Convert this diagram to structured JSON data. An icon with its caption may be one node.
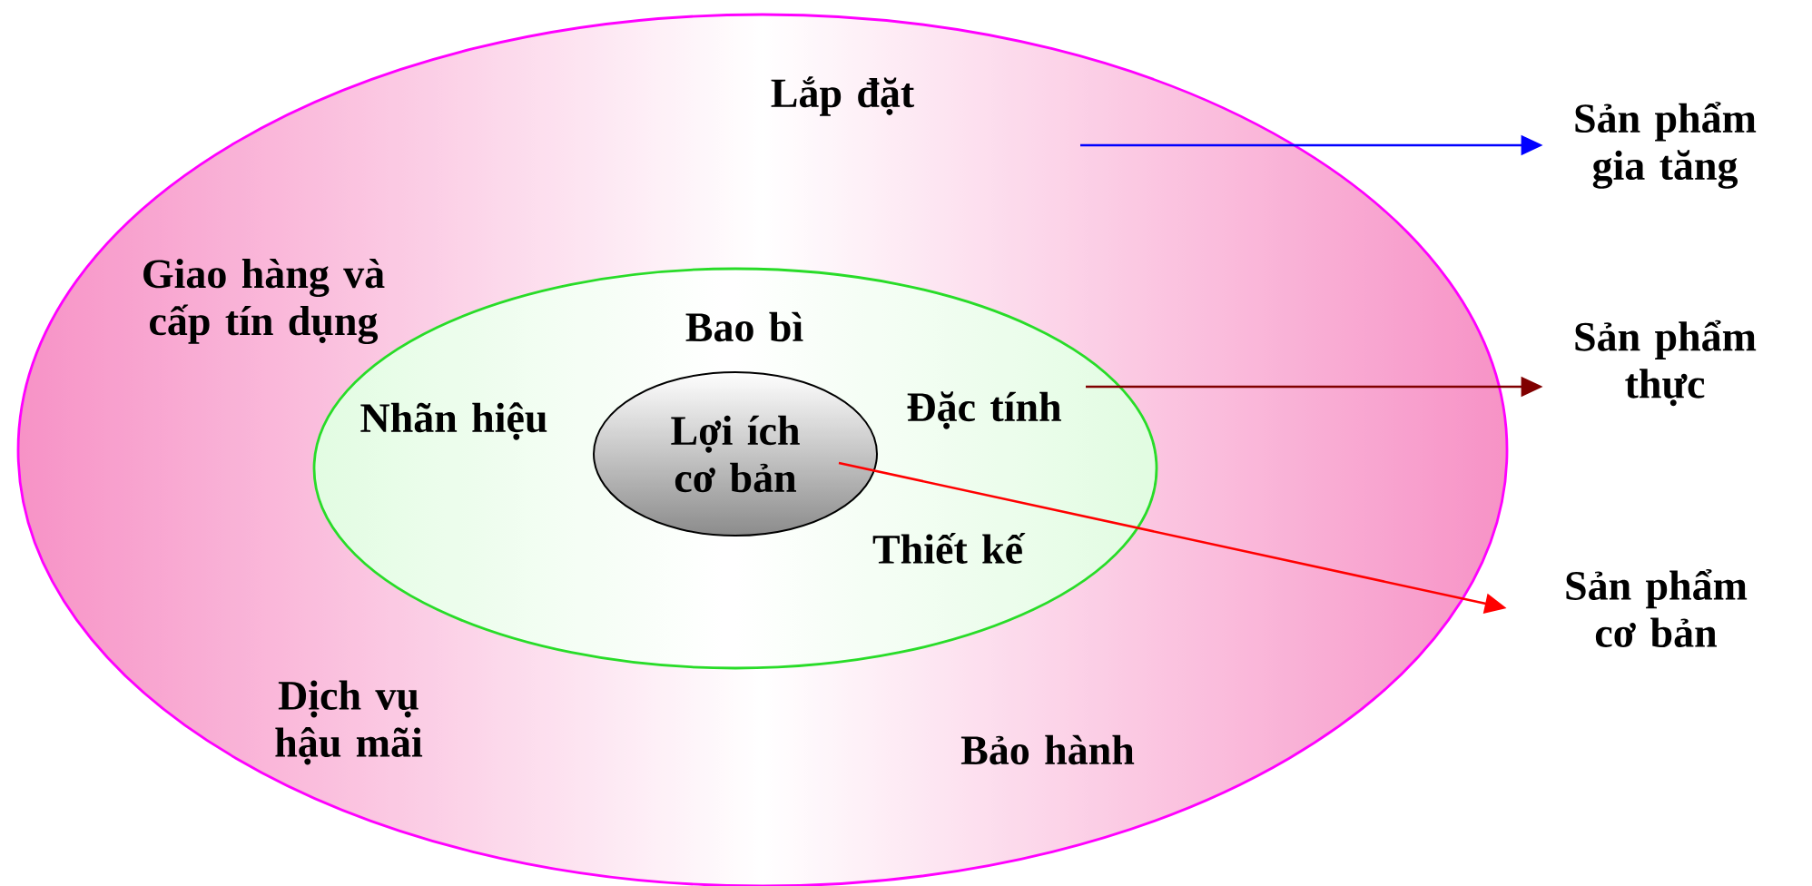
{
  "diagram": {
    "nodes": [
      {
        "text": [
          "Lắp đặt",
          "Giao hàng và cấp tín dụng",
          "Dịch vụ hậu mãi",
          "Bảo hành"
        ]
      },
      {
        "text": [
          "Bao bì",
          "Nhãn hiệu",
          "Đặc tính",
          "Thiết kế"
        ],
        "in": 0
      },
      {
        "text": [
          "Lợi ích cơ bản"
        ],
        "in": 1
      },
      {
        "text": [
          "Sản phẩm gia tăng"
        ]
      },
      {
        "text": [
          "Sản phẩm thực"
        ]
      },
      {
        "text": [
          "Sản phẩm cơ bản"
        ]
      }
    ],
    "edges": [
      {
        "from": 0,
        "to": 3,
        "arrow": "to",
        "color": "#0000ff"
      },
      {
        "from": 1,
        "to": 4,
        "arrow": "to",
        "color": "#800000"
      },
      {
        "from": 2,
        "to": 5,
        "arrow": "to",
        "color": "#ff0000"
      }
    ]
  }
}
